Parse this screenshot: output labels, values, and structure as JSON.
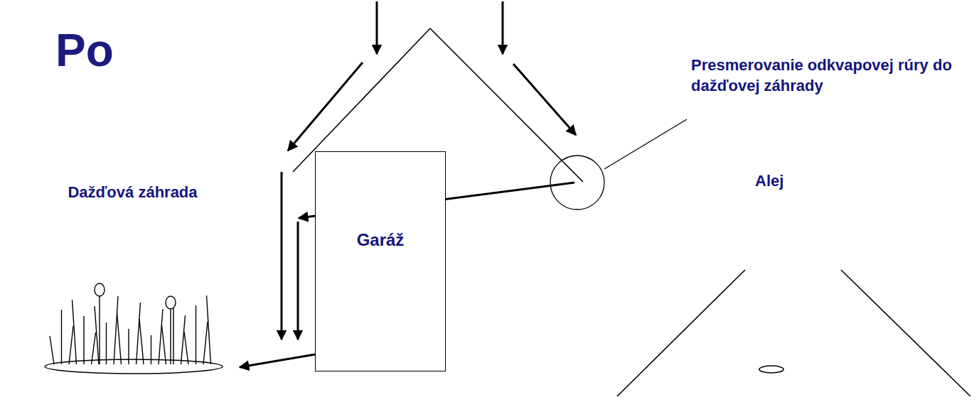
{
  "diagram": {
    "title": "Po",
    "nodes": [
      {
        "text": [
          "Garáž"
        ]
      },
      {
        "text": [
          "Dažďová záhrada"
        ]
      }
    ],
    "edges": [
      {
        "from": 0,
        "to": 1,
        "arrow": "to"
      }
    ],
    "labels": [
      "Presmerovanie odkvapovej rúry do dažďovej záhrady",
      "Alej"
    ]
  }
}
